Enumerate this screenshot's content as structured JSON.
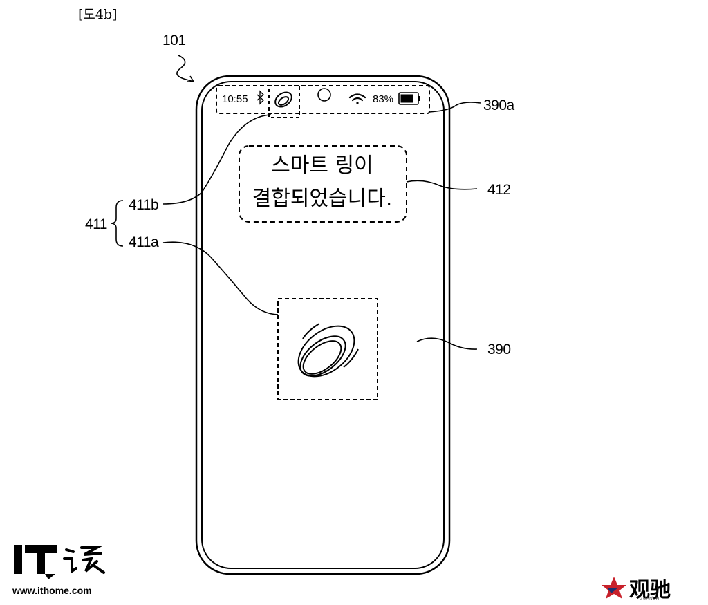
{
  "figure_label": "[도4b]",
  "refs": {
    "device": "101",
    "status_bar": "390a",
    "message": "412",
    "group": "411",
    "indicator_icon": "411b",
    "ring_image": "411a",
    "screen": "390"
  },
  "status_bar": {
    "time": "10:55",
    "battery": "83%"
  },
  "message": {
    "line1": "스마트 링이",
    "line2": "결합되었습니다."
  },
  "watermarks": {
    "ithome_url": "www.ithome.com",
    "guanchi": "观驰",
    "guanchi_sub": "— GUANCHI —"
  }
}
